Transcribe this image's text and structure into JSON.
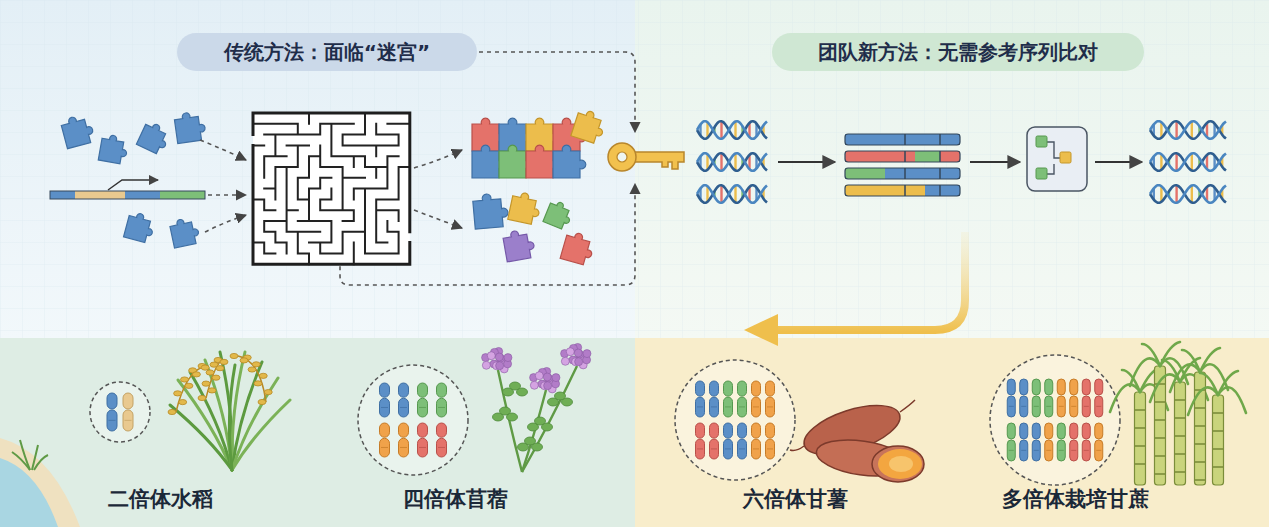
{
  "diagram": {
    "nodes": [
      {
        "text": [
          "传统方法：面临“迷宫”"
        ]
      },
      {
        "text": [
          "团队新方法：无需参考序列比对"
        ]
      }
    ],
    "labels": [
      "二倍体水稻",
      "四倍体苜蓿",
      "六倍体甘薯",
      "多倍体栽培甘蔗"
    ]
  }
}
